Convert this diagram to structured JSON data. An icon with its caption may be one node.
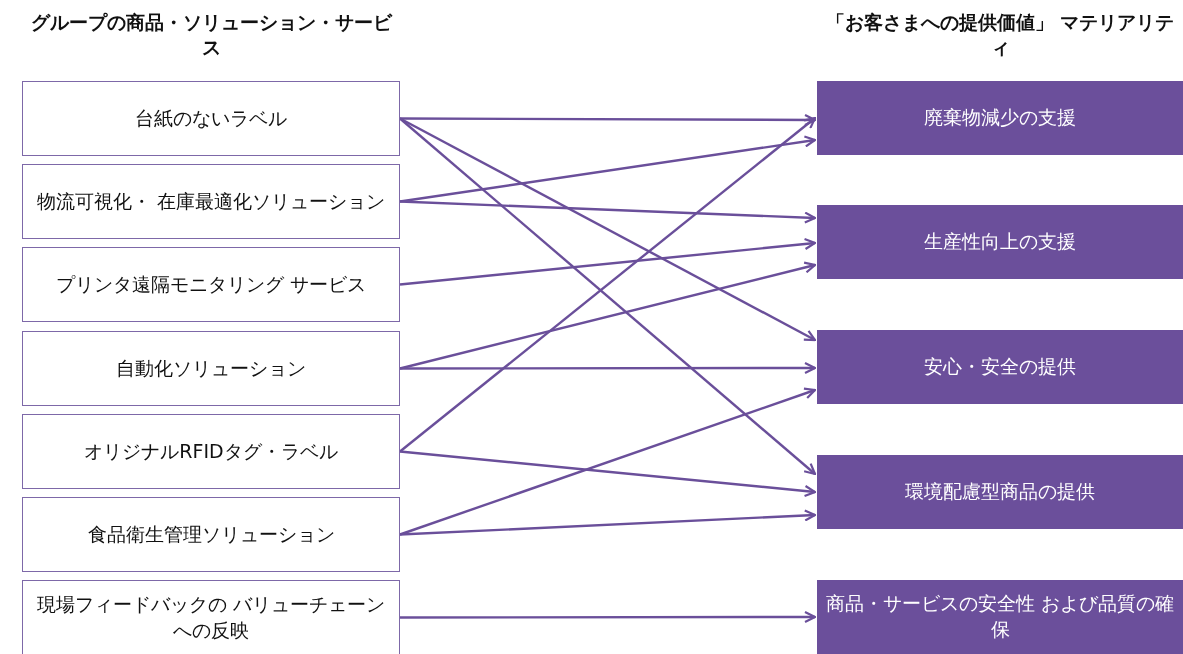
{
  "diagram": {
    "nodes": [
      {
        "text": [
          "台紙のないラベル"
        ]
      },
      {
        "text": [
          "物流可視化・ 在庫最適化ソリューション"
        ]
      },
      {
        "text": [
          "プリンタ遠隔モニタリング サービス"
        ]
      },
      {
        "text": [
          "自動化ソリューション"
        ]
      },
      {
        "text": [
          "オリジナルRFIDタグ・ラベル"
        ]
      },
      {
        "text": [
          "食品衛生管理ソリューション"
        ]
      },
      {
        "text": [
          "現場フィードバックの バリューチェーンへの反映"
        ]
      },
      {
        "text": [
          "廃棄物減少の支援"
        ]
      },
      {
        "text": [
          "生産性向上の支援"
        ]
      },
      {
        "text": [
          "安心・安全の提供"
        ]
      },
      {
        "text": [
          "環境配慮型商品の提供"
        ]
      },
      {
        "text": [
          "商品・サービスの安全性 および品質の確保"
        ]
      }
    ],
    "edges": [
      {
        "from": 0,
        "to": 7,
        "arrow": "to"
      },
      {
        "from": 0,
        "to": 9,
        "arrow": "to"
      },
      {
        "from": 0,
        "to": 10,
        "arrow": "to"
      },
      {
        "from": 1,
        "to": 7,
        "arrow": "to"
      },
      {
        "from": 1,
        "to": 8,
        "arrow": "to"
      },
      {
        "from": 2,
        "to": 8,
        "arrow": "to"
      },
      {
        "from": 3,
        "to": 8,
        "arrow": "to"
      },
      {
        "from": 3,
        "to": 9,
        "arrow": "to"
      },
      {
        "from": 4,
        "to": 7,
        "arrow": "to"
      },
      {
        "from": 4,
        "to": 10,
        "arrow": "to"
      },
      {
        "from": 5,
        "to": 9,
        "arrow": "to"
      },
      {
        "from": 5,
        "to": 10,
        "arrow": "to"
      },
      {
        "from": 6,
        "to": 11,
        "arrow": "to"
      }
    ],
    "labels": [
      "グループの商品・ソリューション・サービス",
      "「お客さまへの提供価値」 マテリアリティ"
    ]
  }
}
